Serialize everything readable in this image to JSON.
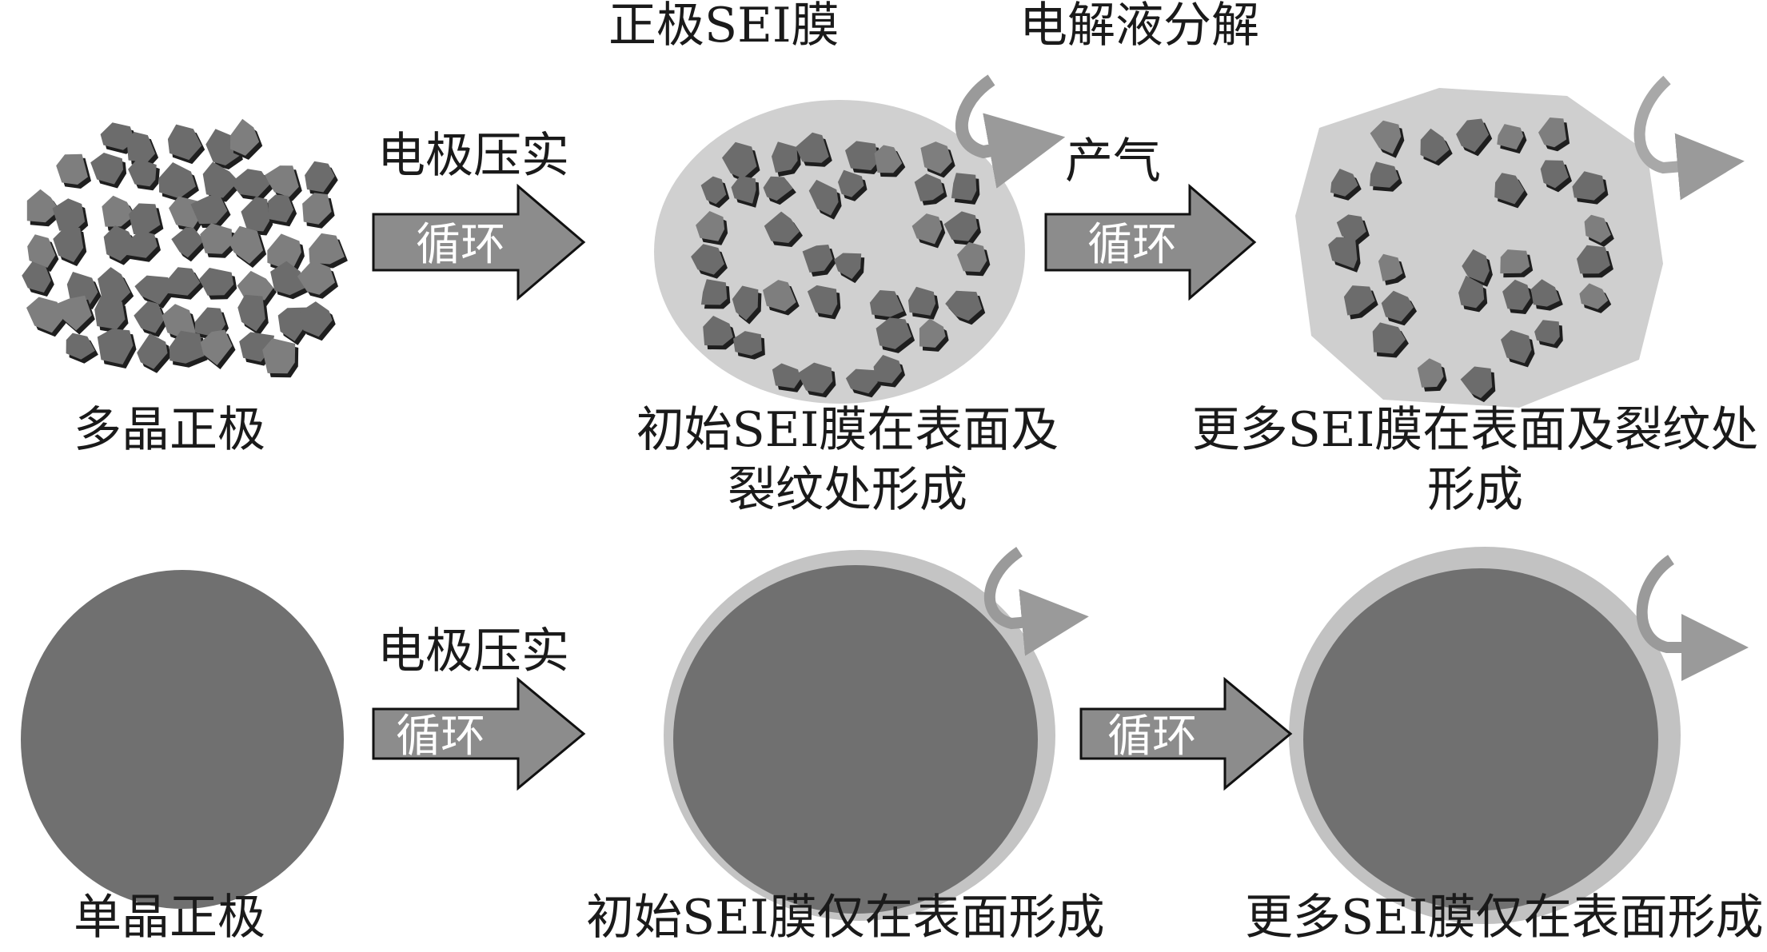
{
  "top_row": {
    "label_sei": "正极SEI膜",
    "label_electrolyte": "电解液分解",
    "label_gas": "产气",
    "arrow1_top": "电极压实",
    "arrow1_label": "循环",
    "arrow2_label": "循环",
    "caption1": "多晶正极",
    "caption2_line1": "初始SEI膜在表面及",
    "caption2_line2": "裂纹处形成",
    "caption3_line1": "更多SEI膜在表面及裂纹处",
    "caption3_line2": "形成"
  },
  "bottom_row": {
    "arrow1_top": "电极压实",
    "arrow1_label": "循环",
    "arrow2_label": "循环",
    "caption1": "单晶正极",
    "caption2": "初始SEI膜仅在表面形成",
    "caption3": "更多SEI膜仅在表面形成"
  },
  "colors": {
    "particle": "#6f6f6f",
    "sei": "#c4c4c4",
    "arrow": "#8c8c8c"
  }
}
